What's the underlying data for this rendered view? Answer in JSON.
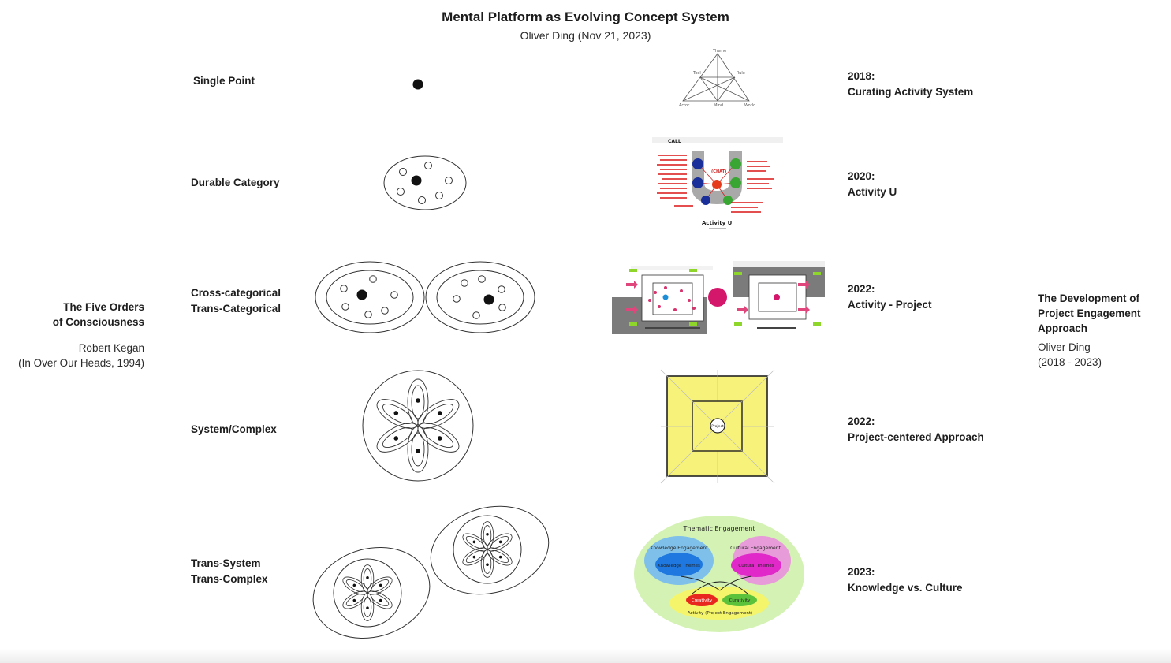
{
  "header": {
    "title": "Mental Platform as Evolving Concept System",
    "subtitle": "Oliver Ding (Nov 21, 2023)"
  },
  "left_panel": {
    "title_line1": "The Five Orders",
    "title_line2": "of Consciousness",
    "author": "Robert Kegan",
    "source": "(In Over Our Heads, 1994)"
  },
  "right_panel": {
    "title_line1": "The Development of",
    "title_line2": "Project Engagement",
    "title_line3": "Approach",
    "author": "Oliver Ding",
    "years": "(2018 - 2023)"
  },
  "levels": [
    {
      "line1": "Single Point",
      "line2": ""
    },
    {
      "line1": "Durable Category",
      "line2": ""
    },
    {
      "line1": "Cross-categorical",
      "line2": "Trans-Categorical"
    },
    {
      "line1": "System/Complex",
      "line2": ""
    },
    {
      "line1": "Trans-System",
      "line2": "Trans-Complex"
    }
  ],
  "milestones": [
    {
      "year": "2018:",
      "name": "Curating Activity System"
    },
    {
      "year": "2020:",
      "name": "Activity U"
    },
    {
      "year": "2022:",
      "name": "Activity - Project"
    },
    {
      "year": "2022:",
      "name": "Project-centered Approach"
    },
    {
      "year": "2023:",
      "name": "Knowledge vs. Culture"
    }
  ],
  "thumbnails": {
    "triangle": {
      "top": "Theme",
      "left_mid": "Tool",
      "right_mid": "Rule",
      "bottom_left": "Actor",
      "bottom_mid": "Mind",
      "bottom_right": "World"
    },
    "activity_u": {
      "caption": "Activity U",
      "center": "(CHAT)"
    },
    "project_square": {
      "center": "Project"
    },
    "venn": {
      "outer": "Thematic Engagement",
      "knowledge": "Knowledge Engagement",
      "knowledge_inner": "Knowledge Themes",
      "culture": "Cultural Engagement",
      "culture_inner": "Cultural Themes",
      "activity": "Activity (Project Engagement)",
      "creativity": "Creativity",
      "curativity": "Curativity"
    }
  },
  "colors": {
    "yellow": "#f7f37a",
    "venn_outer": "#d4f2b4",
    "knowledge_blue": "#7fc0ea",
    "knowledge_inner": "#1e78e0",
    "culture_pink": "#e79bd8",
    "culture_inner": "#e029c8",
    "activity_yellow": "#f4f56a",
    "creativity_red": "#e8281e",
    "curativity_green": "#5cc23b"
  }
}
